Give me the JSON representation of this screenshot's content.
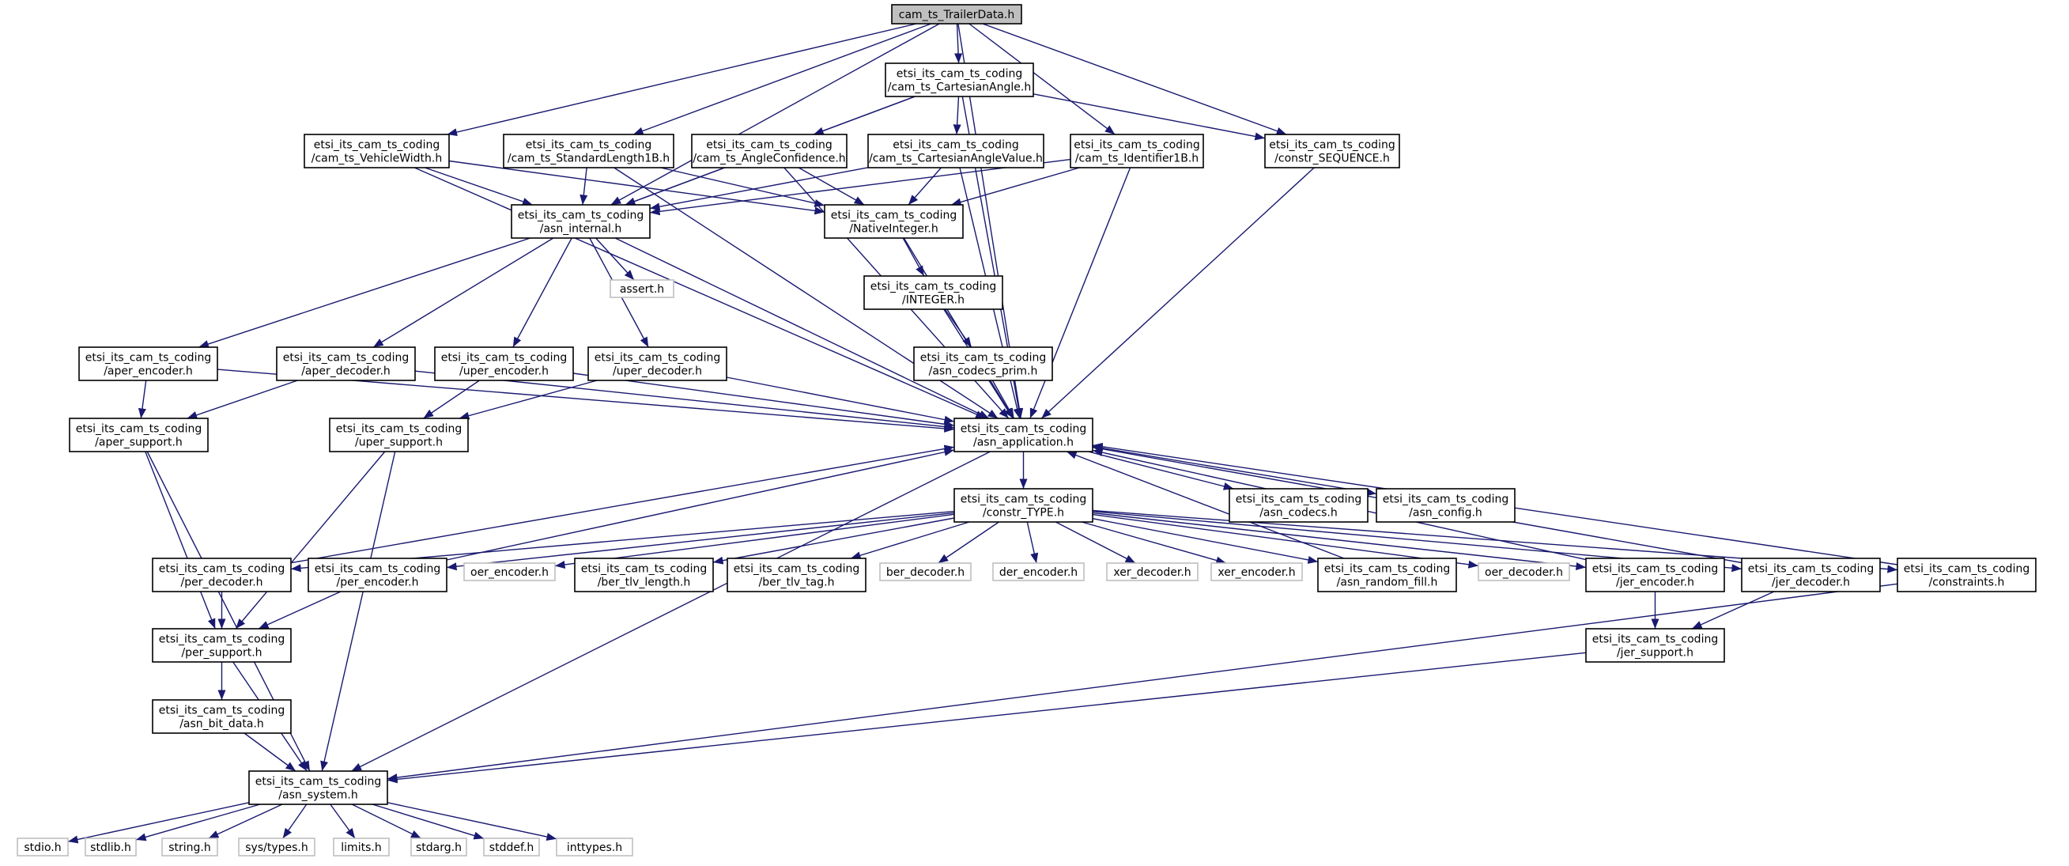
{
  "nodes": [
    {
      "id": "root",
      "lines": [
        "cam_ts_TrailerData.h"
      ],
      "kind": "root"
    },
    {
      "id": "cartesianAngle",
      "lines": [
        "etsi_its_cam_ts_coding",
        "/cam_ts_CartesianAngle.h"
      ],
      "kind": "doc"
    },
    {
      "id": "vehicleWidth",
      "lines": [
        "etsi_its_cam_ts_coding",
        "/cam_ts_VehicleWidth.h"
      ],
      "kind": "doc"
    },
    {
      "id": "standardLength1B",
      "lines": [
        "etsi_its_cam_ts_coding",
        "/cam_ts_StandardLength1B.h"
      ],
      "kind": "doc"
    },
    {
      "id": "angleConfidence",
      "lines": [
        "etsi_its_cam_ts_coding",
        "/cam_ts_AngleConfidence.h"
      ],
      "kind": "doc"
    },
    {
      "id": "cartesianAngleValue",
      "lines": [
        "etsi_its_cam_ts_coding",
        "/cam_ts_CartesianAngleValue.h"
      ],
      "kind": "doc"
    },
    {
      "id": "identifier1B",
      "lines": [
        "etsi_its_cam_ts_coding",
        "/cam_ts_Identifier1B.h"
      ],
      "kind": "doc"
    },
    {
      "id": "constrSequence",
      "lines": [
        "etsi_its_cam_ts_coding",
        "/constr_SEQUENCE.h"
      ],
      "kind": "doc"
    },
    {
      "id": "asnInternal",
      "lines": [
        "etsi_its_cam_ts_coding",
        "/asn_internal.h"
      ],
      "kind": "doc"
    },
    {
      "id": "nativeInteger",
      "lines": [
        "etsi_its_cam_ts_coding",
        "/NativeInteger.h"
      ],
      "kind": "doc"
    },
    {
      "id": "assert",
      "lines": [
        "assert.h"
      ],
      "kind": "ext"
    },
    {
      "id": "integer",
      "lines": [
        "etsi_its_cam_ts_coding",
        "/INTEGER.h"
      ],
      "kind": "doc"
    },
    {
      "id": "asnCodecsPrim",
      "lines": [
        "etsi_its_cam_ts_coding",
        "/asn_codecs_prim.h"
      ],
      "kind": "doc"
    },
    {
      "id": "aperEncoder",
      "lines": [
        "etsi_its_cam_ts_coding",
        "/aper_encoder.h"
      ],
      "kind": "doc"
    },
    {
      "id": "aperDecoder",
      "lines": [
        "etsi_its_cam_ts_coding",
        "/aper_decoder.h"
      ],
      "kind": "doc"
    },
    {
      "id": "uperEncoder",
      "lines": [
        "etsi_its_cam_ts_coding",
        "/uper_encoder.h"
      ],
      "kind": "doc"
    },
    {
      "id": "uperDecoder",
      "lines": [
        "etsi_its_cam_ts_coding",
        "/uper_decoder.h"
      ],
      "kind": "doc"
    },
    {
      "id": "aperSupport",
      "lines": [
        "etsi_its_cam_ts_coding",
        "/aper_support.h"
      ],
      "kind": "doc"
    },
    {
      "id": "uperSupport",
      "lines": [
        "etsi_its_cam_ts_coding",
        "/uper_support.h"
      ],
      "kind": "doc"
    },
    {
      "id": "asnApplication",
      "lines": [
        "etsi_its_cam_ts_coding",
        "/asn_application.h"
      ],
      "kind": "doc"
    },
    {
      "id": "constrType",
      "lines": [
        "etsi_its_cam_ts_coding",
        "/constr_TYPE.h"
      ],
      "kind": "doc"
    },
    {
      "id": "asnCodecs",
      "lines": [
        "etsi_its_cam_ts_coding",
        "/asn_codecs.h"
      ],
      "kind": "doc"
    },
    {
      "id": "asnConfig",
      "lines": [
        "etsi_its_cam_ts_coding",
        "/asn_config.h"
      ],
      "kind": "doc"
    },
    {
      "id": "perDecoder",
      "lines": [
        "etsi_its_cam_ts_coding",
        "/per_decoder.h"
      ],
      "kind": "doc"
    },
    {
      "id": "perEncoder",
      "lines": [
        "etsi_its_cam_ts_coding",
        "/per_encoder.h"
      ],
      "kind": "doc"
    },
    {
      "id": "oerEncoder",
      "lines": [
        "oer_encoder.h"
      ],
      "kind": "ext"
    },
    {
      "id": "berTlvLength",
      "lines": [
        "etsi_its_cam_ts_coding",
        "/ber_tlv_length.h"
      ],
      "kind": "doc"
    },
    {
      "id": "berTlvTag",
      "lines": [
        "etsi_its_cam_ts_coding",
        "/ber_tlv_tag.h"
      ],
      "kind": "doc"
    },
    {
      "id": "berDecoder",
      "lines": [
        "ber_decoder.h"
      ],
      "kind": "ext"
    },
    {
      "id": "derEncoder",
      "lines": [
        "der_encoder.h"
      ],
      "kind": "ext"
    },
    {
      "id": "xerDecoder",
      "lines": [
        "xer_decoder.h"
      ],
      "kind": "ext"
    },
    {
      "id": "xerEncoder",
      "lines": [
        "xer_encoder.h"
      ],
      "kind": "ext"
    },
    {
      "id": "asnRandomFill",
      "lines": [
        "etsi_its_cam_ts_coding",
        "/asn_random_fill.h"
      ],
      "kind": "doc"
    },
    {
      "id": "oerDecoder",
      "lines": [
        "oer_decoder.h"
      ],
      "kind": "ext"
    },
    {
      "id": "jerEncoder",
      "lines": [
        "etsi_its_cam_ts_coding",
        "/jer_encoder.h"
      ],
      "kind": "doc"
    },
    {
      "id": "jerDecoder",
      "lines": [
        "etsi_its_cam_ts_coding",
        "/jer_decoder.h"
      ],
      "kind": "doc"
    },
    {
      "id": "constraints",
      "lines": [
        "etsi_its_cam_ts_coding",
        "/constraints.h"
      ],
      "kind": "doc"
    },
    {
      "id": "perSupport",
      "lines": [
        "etsi_its_cam_ts_coding",
        "/per_support.h"
      ],
      "kind": "doc"
    },
    {
      "id": "jerSupport",
      "lines": [
        "etsi_its_cam_ts_coding",
        "/jer_support.h"
      ],
      "kind": "doc"
    },
    {
      "id": "asnBitData",
      "lines": [
        "etsi_its_cam_ts_coding",
        "/asn_bit_data.h"
      ],
      "kind": "doc"
    },
    {
      "id": "asnSystem",
      "lines": [
        "etsi_its_cam_ts_coding",
        "/asn_system.h"
      ],
      "kind": "doc"
    },
    {
      "id": "stdio",
      "lines": [
        "stdio.h"
      ],
      "kind": "ext"
    },
    {
      "id": "stdlib",
      "lines": [
        "stdlib.h"
      ],
      "kind": "ext"
    },
    {
      "id": "string",
      "lines": [
        "string.h"
      ],
      "kind": "ext"
    },
    {
      "id": "sysTypes",
      "lines": [
        "sys/types.h"
      ],
      "kind": "ext"
    },
    {
      "id": "limits",
      "lines": [
        "limits.h"
      ],
      "kind": "ext"
    },
    {
      "id": "stdarg",
      "lines": [
        "stdarg.h"
      ],
      "kind": "ext"
    },
    {
      "id": "stddef",
      "lines": [
        "stddef.h"
      ],
      "kind": "ext"
    },
    {
      "id": "inttypes",
      "lines": [
        "inttypes.h"
      ],
      "kind": "ext"
    }
  ],
  "edges": [
    [
      "root",
      "cartesianAngle"
    ],
    [
      "root",
      "vehicleWidth"
    ],
    [
      "root",
      "standardLength1B"
    ],
    [
      "root",
      "identifier1B"
    ],
    [
      "root",
      "constrSequence"
    ],
    [
      "root",
      "asnInternal"
    ],
    [
      "root",
      "asnApplication"
    ],
    [
      "cartesianAngle",
      "angleConfidence"
    ],
    [
      "cartesianAngle",
      "cartesianAngleValue"
    ],
    [
      "cartesianAngle",
      "constrSequence"
    ],
    [
      "cartesianAngle",
      "asnInternal"
    ],
    [
      "cartesianAngle",
      "asnApplication"
    ],
    [
      "vehicleWidth",
      "asnInternal"
    ],
    [
      "vehicleWidth",
      "nativeInteger"
    ],
    [
      "vehicleWidth",
      "asnApplication"
    ],
    [
      "standardLength1B",
      "asnInternal"
    ],
    [
      "standardLength1B",
      "nativeInteger"
    ],
    [
      "standardLength1B",
      "asnApplication"
    ],
    [
      "angleConfidence",
      "asnInternal"
    ],
    [
      "angleConfidence",
      "nativeInteger"
    ],
    [
      "angleConfidence",
      "asnApplication"
    ],
    [
      "cartesianAngleValue",
      "asnInternal"
    ],
    [
      "cartesianAngleValue",
      "nativeInteger"
    ],
    [
      "cartesianAngleValue",
      "asnApplication"
    ],
    [
      "identifier1B",
      "asnInternal"
    ],
    [
      "identifier1B",
      "nativeInteger"
    ],
    [
      "identifier1B",
      "asnApplication"
    ],
    [
      "constrSequence",
      "asnApplication"
    ],
    [
      "asnInternal",
      "assert"
    ],
    [
      "asnInternal",
      "aperEncoder"
    ],
    [
      "asnInternal",
      "aperDecoder"
    ],
    [
      "asnInternal",
      "uperEncoder"
    ],
    [
      "asnInternal",
      "uperDecoder"
    ],
    [
      "asnInternal",
      "asnApplication"
    ],
    [
      "nativeInteger",
      "integer"
    ],
    [
      "nativeInteger",
      "asnApplication"
    ],
    [
      "integer",
      "asnCodecsPrim"
    ],
    [
      "integer",
      "asnApplication"
    ],
    [
      "asnCodecsPrim",
      "asnApplication"
    ],
    [
      "aperEncoder",
      "aperSupport"
    ],
    [
      "aperEncoder",
      "asnApplication"
    ],
    [
      "aperDecoder",
      "aperSupport"
    ],
    [
      "aperDecoder",
      "asnApplication"
    ],
    [
      "uperEncoder",
      "uperSupport"
    ],
    [
      "uperEncoder",
      "asnApplication"
    ],
    [
      "uperDecoder",
      "uperSupport"
    ],
    [
      "uperDecoder",
      "asnApplication"
    ],
    [
      "aperSupport",
      "perSupport"
    ],
    [
      "aperSupport",
      "asnSystem"
    ],
    [
      "uperSupport",
      "perSupport"
    ],
    [
      "uperSupport",
      "asnSystem"
    ],
    [
      "asnApplication",
      "constrType"
    ],
    [
      "asnApplication",
      "asnCodecs"
    ],
    [
      "asnApplication",
      "asnConfig"
    ],
    [
      "asnApplication",
      "asnSystem"
    ],
    [
      "constrType",
      "perDecoder"
    ],
    [
      "constrType",
      "perEncoder"
    ],
    [
      "constrType",
      "oerEncoder"
    ],
    [
      "constrType",
      "berTlvLength"
    ],
    [
      "constrType",
      "berTlvTag"
    ],
    [
      "constrType",
      "berDecoder"
    ],
    [
      "constrType",
      "derEncoder"
    ],
    [
      "constrType",
      "xerDecoder"
    ],
    [
      "constrType",
      "xerEncoder"
    ],
    [
      "constrType",
      "asnRandomFill"
    ],
    [
      "constrType",
      "oerDecoder"
    ],
    [
      "constrType",
      "jerEncoder"
    ],
    [
      "constrType",
      "jerDecoder"
    ],
    [
      "constrType",
      "constraints"
    ],
    [
      "perDecoder",
      "asnApplication"
    ],
    [
      "perDecoder",
      "perSupport"
    ],
    [
      "perEncoder",
      "asnApplication"
    ],
    [
      "perEncoder",
      "perSupport"
    ],
    [
      "asnRandomFill",
      "asnApplication"
    ],
    [
      "jerEncoder",
      "asnApplication"
    ],
    [
      "jerEncoder",
      "jerSupport"
    ],
    [
      "jerDecoder",
      "asnApplication"
    ],
    [
      "jerDecoder",
      "jerSupport"
    ],
    [
      "constraints",
      "asnApplication"
    ],
    [
      "constraints",
      "asnSystem"
    ],
    [
      "jerSupport",
      "asnSystem"
    ],
    [
      "perSupport",
      "asnBitData"
    ],
    [
      "perSupport",
      "asnSystem"
    ],
    [
      "asnBitData",
      "asnSystem"
    ],
    [
      "asnSystem",
      "stdio"
    ],
    [
      "asnSystem",
      "stdlib"
    ],
    [
      "asnSystem",
      "string"
    ],
    [
      "asnSystem",
      "sysTypes"
    ],
    [
      "asnSystem",
      "limits"
    ],
    [
      "asnSystem",
      "stdarg"
    ],
    [
      "asnSystem",
      "stddef"
    ],
    [
      "asnSystem",
      "inttypes"
    ]
  ]
}
